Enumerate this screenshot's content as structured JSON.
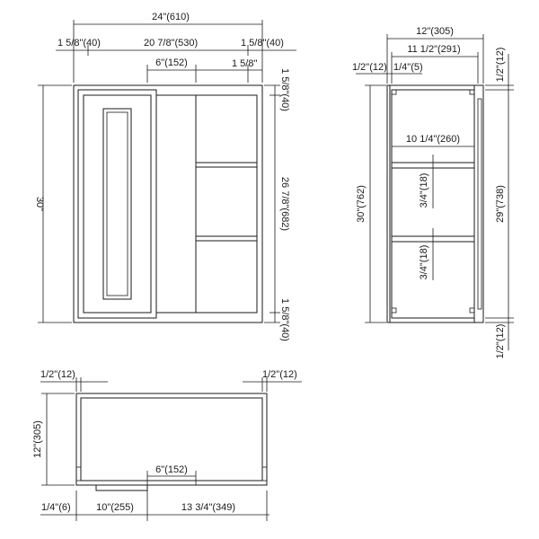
{
  "front_view": {
    "overall_width": "24\"(610)",
    "left_stile": "1 5/8\"(40)",
    "opening_width": "20 7/8\"(530)",
    "right_stile": "1 5/8\"(40)",
    "blind_offset": "6\"(152)",
    "blind_stile": "1 5/8\"",
    "overall_height": "30\"",
    "top_rail": "1 5/8\"(40)",
    "opening_height": "26 7/8\"(682)",
    "bottom_rail": "1 5/8\"(40)"
  },
  "side_view": {
    "overall_depth": "12\"(305)",
    "box_depth": "11 1/2\"(291)",
    "back_thickness": "1/2\"(12)",
    "door_thickness": "1/4\"(5)",
    "shelf_depth": "10 1/4\"(260)",
    "shelf_thickness_upper": "3/4\"(18)",
    "shelf_thickness_lower": "3/4\"(18)",
    "overall_height": "30\"(762)",
    "interior_height": "29\"(738)",
    "top_panel": "1/2\"(12)",
    "bottom_panel": "1/2\"(12)"
  },
  "top_view": {
    "left_side_panel": "1/2\"(12)",
    "right_side_panel": "1/2\"(12)",
    "depth": "12\"(305)",
    "blind_offset": "6\"(152)",
    "door_thickness": "1/4\"(6)",
    "blind_section": "10\"(255)",
    "opening_section": "13 3/4\"(349)"
  }
}
